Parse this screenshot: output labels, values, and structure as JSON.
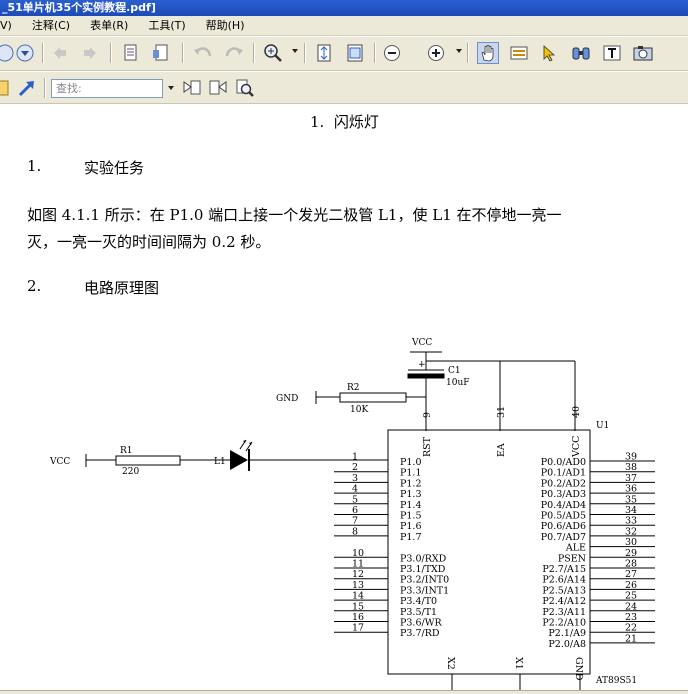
{
  "window": {
    "title": "_51单片机35个实例教程.pdf]"
  },
  "menu": [
    {
      "label": "V)"
    },
    {
      "label": "注释(C)"
    },
    {
      "label": "表单(R)"
    },
    {
      "label": "工具(T)"
    },
    {
      "label": "帮助(H)"
    }
  ],
  "search": {
    "placeholder": "查找:"
  },
  "doc": {
    "heading": "1.  闪烁灯",
    "s1_num": "1.",
    "s1_title": "实验任务",
    "p1_line1": "如图 4.1.1 所示：在 P1.0 端口上接一个发光二极管 L1，使 L1 在不停地一亮一",
    "p1_line2": "灭，一亮一灭的时间间隔为 0.2 秒。",
    "s2_num": "2.",
    "s2_title": "电路原理图"
  },
  "circuit": {
    "vcc_top": "VCC",
    "c1": "C1",
    "c1_val": "10uF",
    "c1_plus": "+",
    "gnd": "GND",
    "r2": "R2",
    "r2_val": "10K",
    "u1": "U1",
    "vcc_left": "VCC",
    "r1": "R1",
    "r1_val": "220",
    "l1": "L1",
    "chip_name": "AT89S51",
    "top_pins": [
      {
        "num": "9",
        "name": "RST"
      },
      {
        "num": "31",
        "name": "EA"
      },
      {
        "num": "40",
        "name": "VCC"
      }
    ],
    "left_pins": [
      {
        "num": "1",
        "name": "P1.0"
      },
      {
        "num": "2",
        "name": "P1.1"
      },
      {
        "num": "3",
        "name": "P1.2"
      },
      {
        "num": "4",
        "name": "P1.3"
      },
      {
        "num": "5",
        "name": "P1.4"
      },
      {
        "num": "6",
        "name": "P1.5"
      },
      {
        "num": "7",
        "name": "P1.6"
      },
      {
        "num": "8",
        "name": "P1.7"
      },
      {
        "num": "10",
        "name": "P3.0/RXD"
      },
      {
        "num": "11",
        "name": "P3.1/TXD"
      },
      {
        "num": "12",
        "name": "P3.2/INT0"
      },
      {
        "num": "13",
        "name": "P3.3/INT1"
      },
      {
        "num": "14",
        "name": "P3.4/T0"
      },
      {
        "num": "15",
        "name": "P3.5/T1"
      },
      {
        "num": "16",
        "name": "P3.6/WR"
      },
      {
        "num": "17",
        "name": "P3.7/RD"
      }
    ],
    "right_pins": [
      {
        "num": "39",
        "name": "P0.0/AD0"
      },
      {
        "num": "38",
        "name": "P0.1/AD1"
      },
      {
        "num": "37",
        "name": "P0.2/AD2"
      },
      {
        "num": "36",
        "name": "P0.3/AD3"
      },
      {
        "num": "35",
        "name": "P0.4/AD4"
      },
      {
        "num": "34",
        "name": "P0.5/AD5"
      },
      {
        "num": "33",
        "name": "P0.6/AD6"
      },
      {
        "num": "32",
        "name": "P0.7/AD7"
      },
      {
        "num": "30",
        "name": "ALE"
      },
      {
        "num": "29",
        "name": "PSEN"
      },
      {
        "num": "28",
        "name": "P2.7/A15"
      },
      {
        "num": "27",
        "name": "P2.6/A14"
      },
      {
        "num": "26",
        "name": "P2.5/A13"
      },
      {
        "num": "25",
        "name": "P2.4/A12"
      },
      {
        "num": "24",
        "name": "P2.3/A11"
      },
      {
        "num": "23",
        "name": "P2.2/A10"
      },
      {
        "num": "22",
        "name": "P2.1/A9"
      },
      {
        "num": "21",
        "name": "P2.0/A8"
      }
    ],
    "bottom_pins": [
      {
        "name": "X2"
      },
      {
        "name": "X1"
      },
      {
        "name": "GND"
      }
    ]
  }
}
